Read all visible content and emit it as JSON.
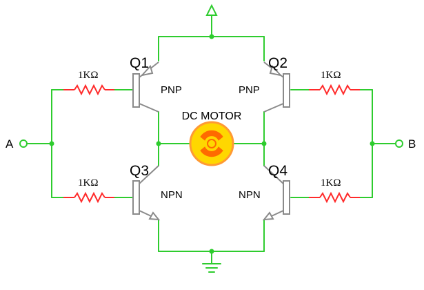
{
  "diagram": {
    "transistors": {
      "q1": {
        "label": "Q1",
        "type": "PNP"
      },
      "q2": {
        "label": "Q2",
        "type": "PNP"
      },
      "q3": {
        "label": "Q3",
        "type": "NPN"
      },
      "q4": {
        "label": "Q4",
        "type": "NPN"
      }
    },
    "resistors": {
      "r1": {
        "value": "1KΩ"
      },
      "r2": {
        "value": "1KΩ"
      },
      "r3": {
        "value": "1KΩ"
      },
      "r4": {
        "value": "1KΩ"
      }
    },
    "motor": {
      "label": "DC MOTOR"
    },
    "terminals": {
      "a": {
        "label": "A"
      },
      "b": {
        "label": "B"
      }
    },
    "colors": {
      "wire": "#2ecc2e",
      "resistor": "#ff2a2a",
      "transistor": "#8a8a8a",
      "motor_fill": "#ffd700",
      "motor_ring": "#ff9a33",
      "motor_symbol": "#ff6a00"
    }
  }
}
